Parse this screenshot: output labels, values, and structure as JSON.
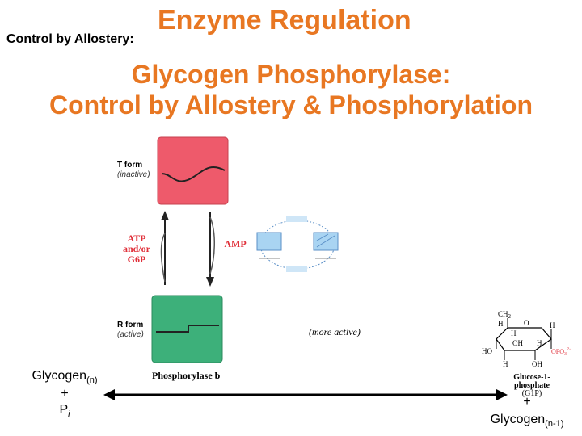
{
  "header": {
    "title": "Enzyme Regulation",
    "subtitle": "Control by Allostery:"
  },
  "main_title": {
    "line1": "Glycogen Phosphorylase:",
    "line2": "Control by Allostery & Phosphorylation"
  },
  "figure": {
    "t_form": {
      "label": "T form",
      "state": "(inactive)"
    },
    "r_form": {
      "label": "R form",
      "state": "(active)"
    },
    "inhibitors": [
      "ATP",
      "and/or",
      "G6P"
    ],
    "activator": "AMP",
    "enzyme_name": "Phosphorylase b",
    "more_active": "(more active)",
    "colors": {
      "t_form": "#EE5A6B",
      "r_form": "#3DB07A",
      "title": "#E87722"
    }
  },
  "equation": {
    "left": {
      "name": "Glycogen",
      "sub": "(n)",
      "plus": "+",
      "pi": "P",
      "pi_sub": "i"
    },
    "right": {
      "plus": "+",
      "name": "Glycogen",
      "sub": "(n-1)"
    }
  },
  "product_structure": {
    "labels": [
      "CH",
      "2",
      "H",
      "O",
      "H",
      "H",
      "OH",
      "H",
      "HO",
      "OPO",
      "3",
      "2−",
      "H",
      "OH"
    ],
    "name_lines": [
      "Glucose-1-",
      "phosphate",
      "(G1P)"
    ]
  }
}
